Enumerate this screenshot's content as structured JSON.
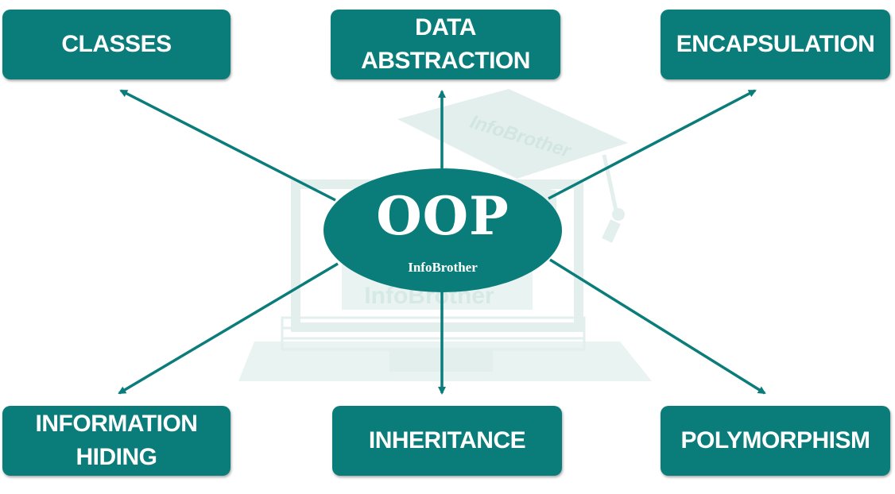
{
  "center": {
    "title": "OOP",
    "subtitle": "InfoBrother"
  },
  "watermark": {
    "top_text": "InfoBrother",
    "screen_text": "InfoBrother"
  },
  "nodes": {
    "classes": {
      "lines": [
        "CLASSES"
      ]
    },
    "data_abstraction": {
      "lines": [
        "DATA",
        "ABSTRACTION"
      ]
    },
    "encapsulation": {
      "lines": [
        "ENCAPSULATION"
      ]
    },
    "information_hiding": {
      "lines": [
        "INFORMATION",
        "HIDING"
      ]
    },
    "inheritance": {
      "lines": [
        "INHERITANCE"
      ]
    },
    "polymorphism": {
      "lines": [
        "POLYMORPHISM"
      ]
    }
  },
  "colors": {
    "teal": "#0a7d7a",
    "watermark": "#dcecea",
    "text": "#ffffff"
  }
}
